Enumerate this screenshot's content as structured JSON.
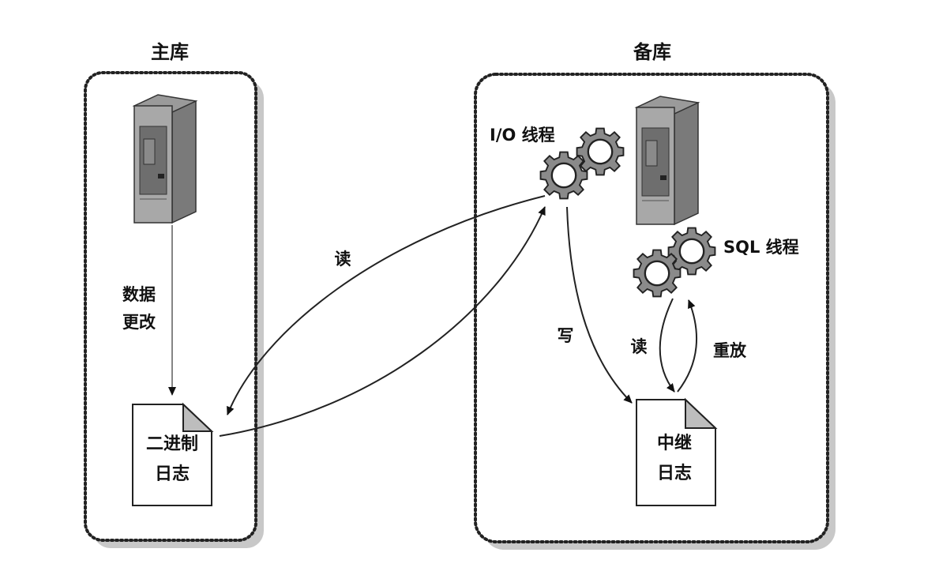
{
  "master": {
    "title": "主库",
    "arrow_label_line1": "数据",
    "arrow_label_line2": "更改",
    "doc_line1": "二进制",
    "doc_line2": "日志"
  },
  "slave": {
    "title": "备库",
    "io_thread": "I/O 线程",
    "sql_thread": "SQL 线程",
    "write_label": "写",
    "read_label": "读",
    "replay_label": "重放",
    "doc_line1": "中继",
    "doc_line2": "日志"
  },
  "read_label": "读"
}
